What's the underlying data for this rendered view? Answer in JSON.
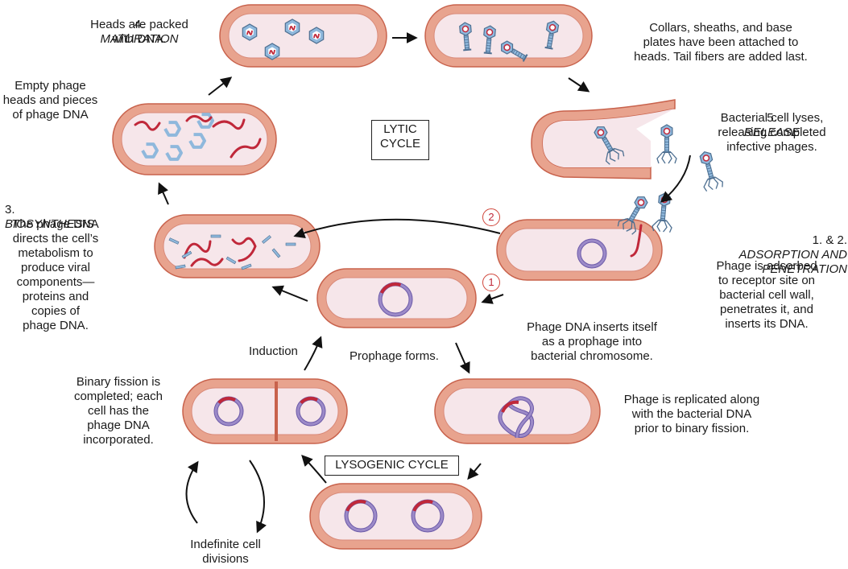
{
  "labels": {
    "maturation_num": "4.",
    "maturation_title": "MATURATION",
    "maturation_desc": "Heads are packed\nwith DNA.",
    "assembly_desc": "Collars, sheaths, and base\nplates have been attached to\nheads. Tail fibers are added last.",
    "empty_heads": "Empty phage\nheads and pieces\nof phage DNA",
    "lytic_cycle": "LYTIC\nCYCLE",
    "release_num": "5.",
    "release_title": "RELEASE",
    "release_desc": "Bacterial cell lyses,\nreleasing completed\ninfective phages.",
    "biosynthesis_num": "3.",
    "biosynthesis_title": "BIOSYNTHESIS",
    "biosynthesis_desc": "The phage DNA\ndirects the cell’s\nmetabolism to\nproduce viral\ncomponents—\nproteins and\ncopies of\nphage DNA.",
    "adsorption_num": "1. & 2.",
    "adsorption_title": "ADSORPTION AND\nPENETRATION",
    "adsorption_desc": "Phage is adsorbed\nto receptor site on\nbacterial cell wall,\npenetrates it, and\ninserts its DNA.",
    "insert_desc": "Phage DNA inserts itself\nas a prophage into\nbacterial chromosome.",
    "induction": "Induction",
    "prophage_forms": "Prophage forms.",
    "fission_desc": "Binary fission is\ncompleted; each\ncell has the\nphage DNA\nincorporated.",
    "replicated_desc": "Phage is replicated along\nwith the bacterial DNA\nprior to binary fission.",
    "lysogenic_cycle": "LYSOGENIC CYCLE",
    "indefinite": "Indefinite cell\ndivisions",
    "step_1": "1",
    "step_2": "2"
  },
  "colors": {
    "cell_wall": "#e8a38e",
    "cell_wall_edge": "#c8624c",
    "cytoplasm": "#f6e6ea",
    "chromosome": "#9c8ac8",
    "chromosome_edge": "#6c5aa8",
    "phage_dna": "#c0283a",
    "phage_head": "#8fb8dc",
    "phage_edge": "#4d6f91",
    "arrow": "#111111"
  }
}
